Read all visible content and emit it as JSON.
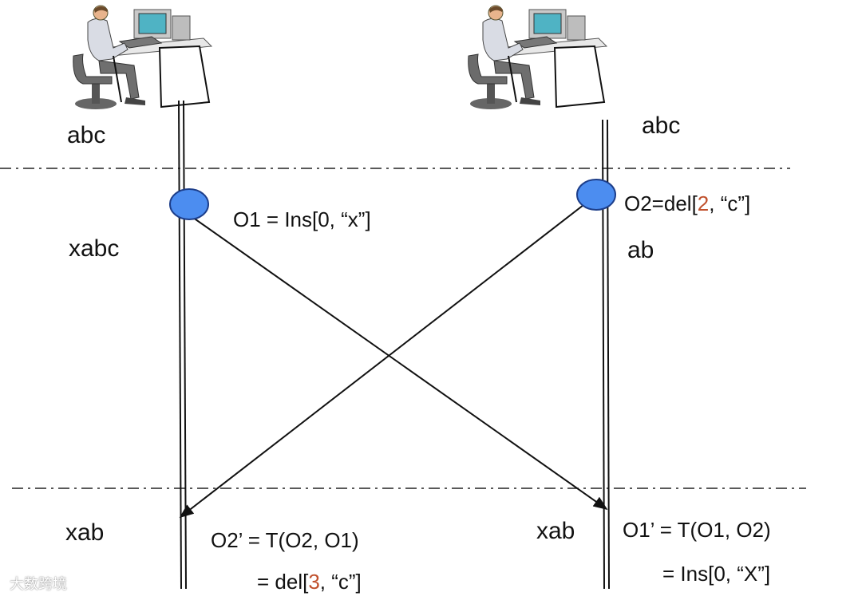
{
  "states": {
    "left_initial": "abc",
    "right_initial": "abc",
    "left_after_local": "xabc",
    "right_after_local": "ab",
    "left_final": "xab",
    "right_final": "xab"
  },
  "operations": {
    "o1": "O1 = Ins[0, “x”]",
    "o2_prefix": "O2=del[",
    "o2_index": "2",
    "o2_suffix": ", “c”]",
    "o2_transformed_line1": "O2’ = T(O2, O1)",
    "o2_transformed_prefix": "= del[",
    "o2_transformed_index": "3",
    "o2_transformed_suffix": ", “c”]",
    "o1_transformed_line1": "O1’ = T(O1, O2)",
    "o1_transformed_line2": "= Ins[0, “X”]"
  },
  "colors": {
    "event_fill": "#4c8df0",
    "event_stroke": "#1d3e8a",
    "accent_text": "#c0502c",
    "line": "#111111"
  },
  "icons": {
    "left_user": "person-at-computer-icon",
    "right_user": "person-at-computer-icon"
  },
  "watermark": "大数跨境"
}
